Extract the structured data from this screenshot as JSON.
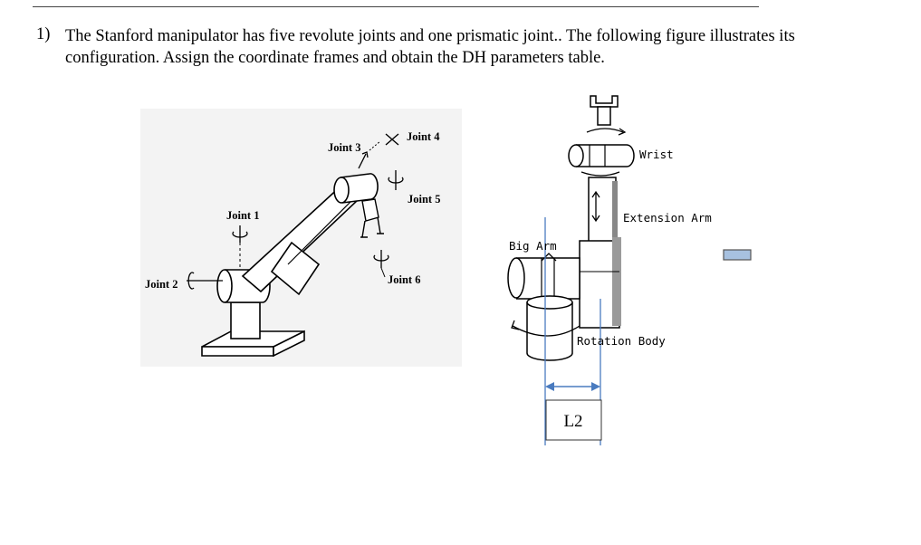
{
  "question": {
    "number": "1)",
    "line1": "The Stanford manipulator has five revolute joints and one prismatic joint.. The following figure illustrates its",
    "line2": "configuration. Assign the coordinate frames and obtain the DH parameters table."
  },
  "left_figure": {
    "joint1": "Joint 1",
    "joint2": "Joint 2",
    "joint3": "Joint 3",
    "joint4": "Joint 4",
    "joint5": "Joint 5",
    "joint6": "Joint 6"
  },
  "right_figure": {
    "wrist": "Wrist",
    "extension_arm": "Extension Arm",
    "big_arm": "Big Arm",
    "rotation_body": "Rotation Body",
    "dimension": "L2"
  },
  "colors": {
    "dimension_line": "#4a7bbf",
    "marker_fill": "#a7c1e0",
    "marker_stroke": "#555555"
  }
}
